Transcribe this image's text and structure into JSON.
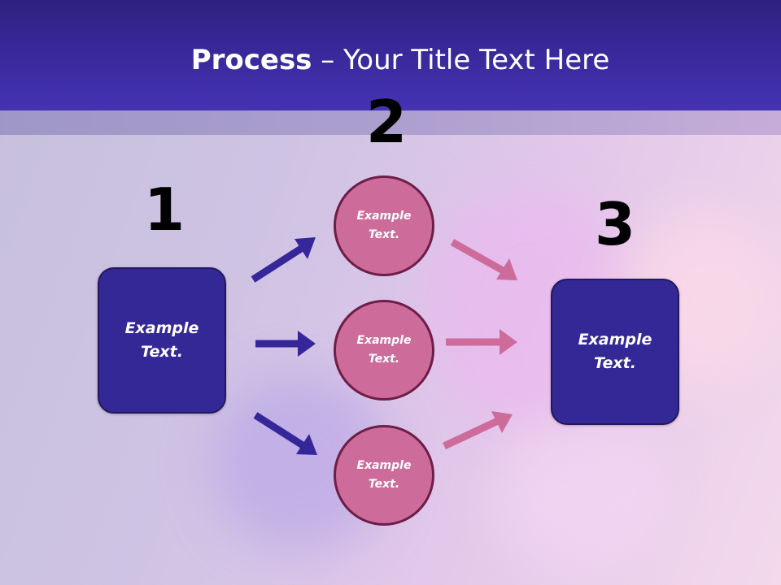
{
  "slide": {
    "title_bold": "Process",
    "title_rest": " – Your Title Text Here"
  },
  "steps": {
    "step1_number": "1",
    "step2_number": "2",
    "step3_number": "3"
  },
  "nodes": {
    "left_box": "Example\nText.",
    "circle_top": "Example\nText.",
    "circle_middle": "Example\nText.",
    "circle_bottom": "Example\nText.",
    "right_box": "Example\nText."
  },
  "colors": {
    "header": "#3a2a9e",
    "box_fill": "#342896",
    "circle_fill": "#cd6b9b",
    "arrow_blue": "#35279a",
    "arrow_pink": "#cd6b9b"
  }
}
